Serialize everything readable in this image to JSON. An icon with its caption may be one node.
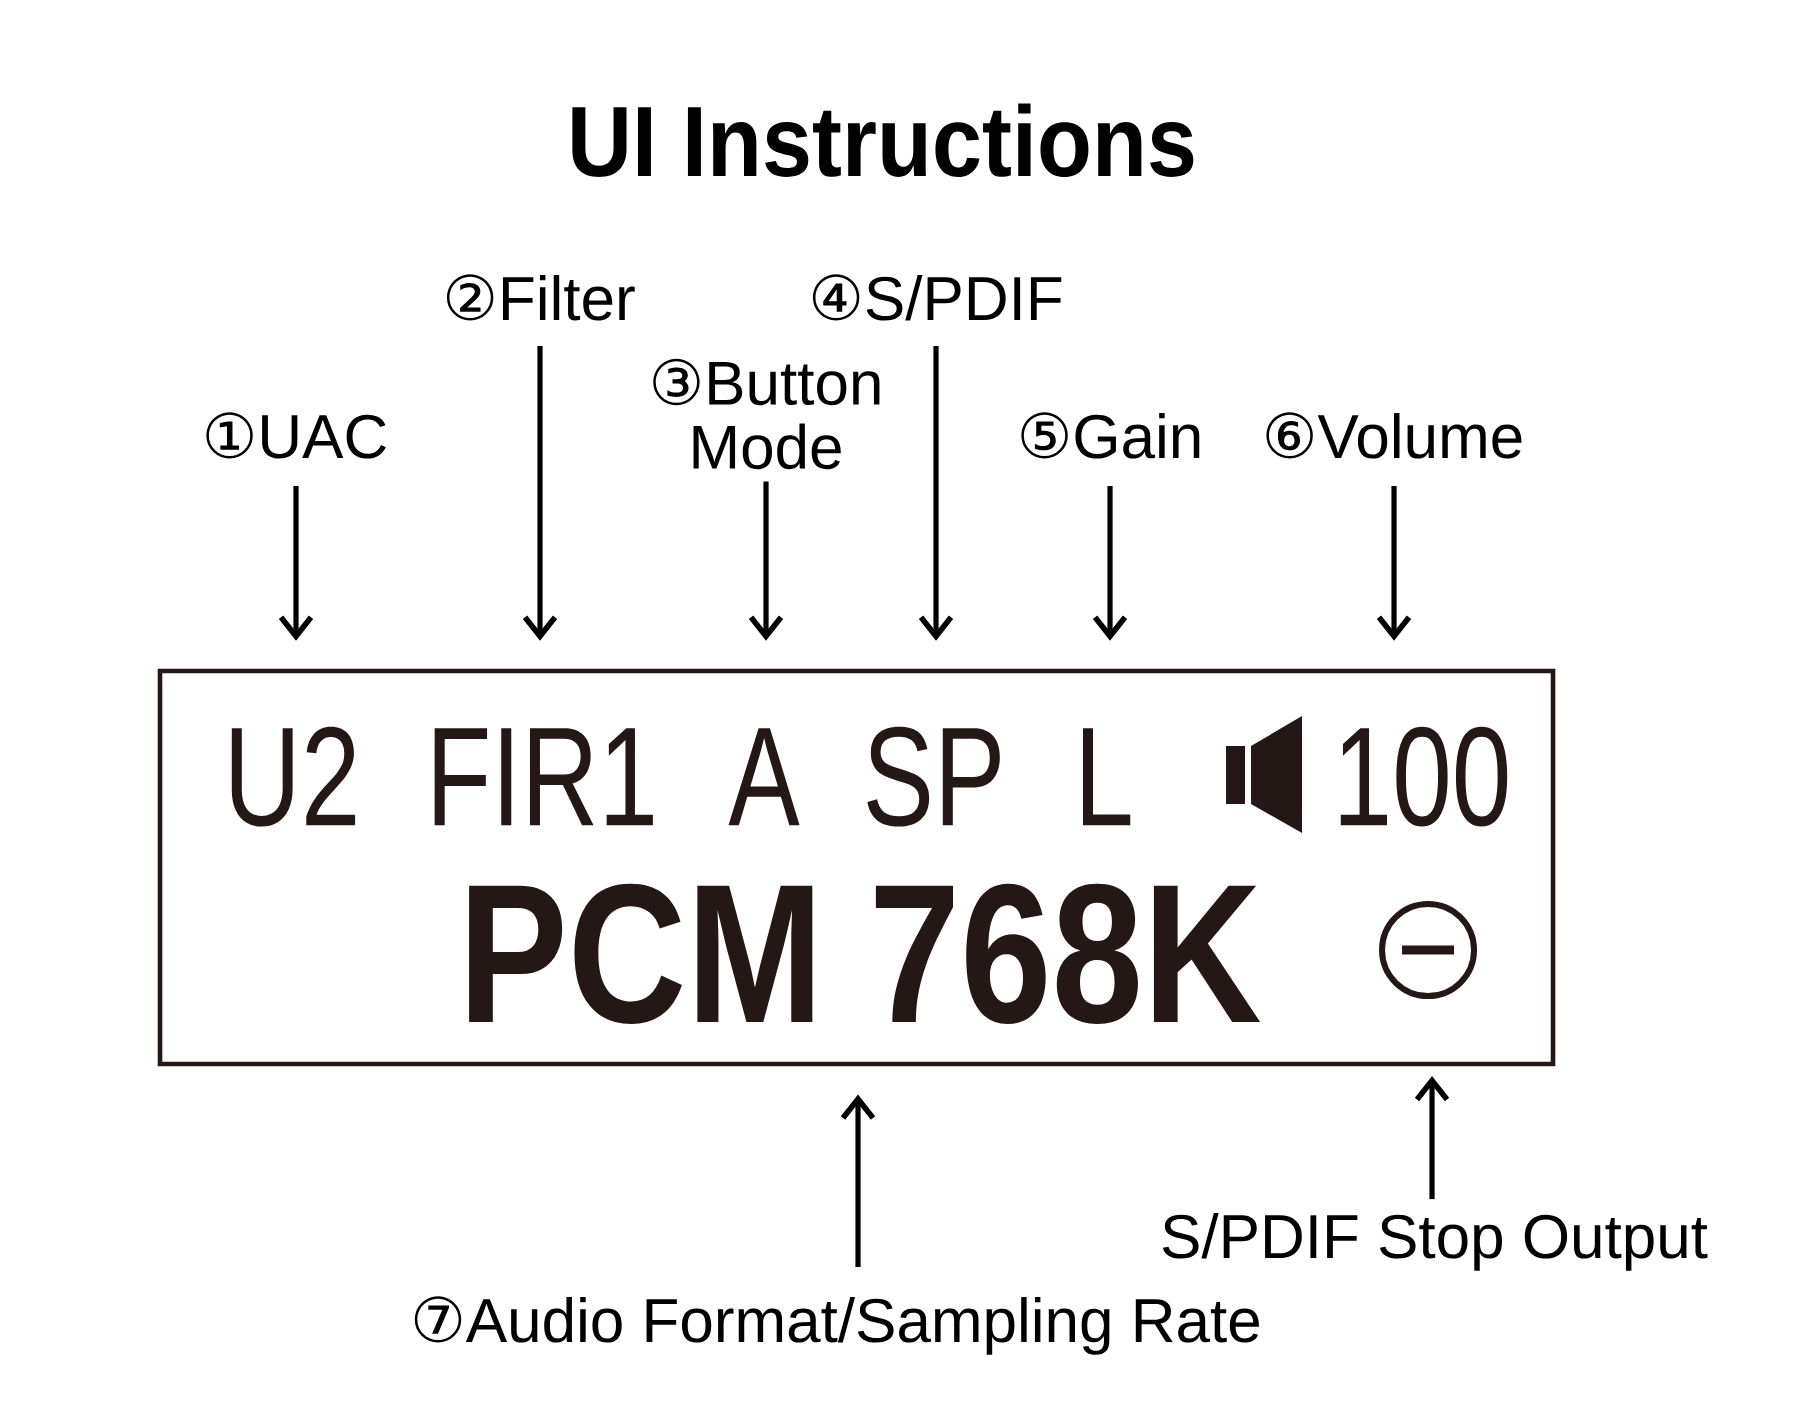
{
  "diagram": {
    "title": "UI Instructions",
    "nodes": [
      {
        "text": [
          "①UAC"
        ]
      },
      {
        "text": [
          "②Filter"
        ]
      },
      {
        "text": [
          "③Button Mode"
        ]
      },
      {
        "text": [
          "④S/PDIF"
        ]
      },
      {
        "text": [
          "⑤Gain"
        ]
      },
      {
        "text": [
          "⑥Volume"
        ]
      },
      {
        "text": [],
        "shape": "box"
      },
      {
        "text": [
          "U2"
        ],
        "in": 6
      },
      {
        "text": [
          "FIR1"
        ],
        "in": 6
      },
      {
        "text": [
          "A"
        ],
        "in": 6
      },
      {
        "text": [
          "SP"
        ],
        "in": 6
      },
      {
        "text": [
          "L"
        ],
        "in": 6
      },
      {
        "text": [
          "100"
        ],
        "in": 6
      },
      {
        "text": [
          "PCM 768K"
        ],
        "in": 6
      },
      {
        "text": [],
        "shape": "circle",
        "in": 6
      },
      {
        "text": [
          "S/PDIF Stop Output"
        ]
      },
      {
        "text": [
          "⑦Audio Format/Sampling Rate"
        ]
      }
    ],
    "edges": [
      {
        "from": 0,
        "to": 7,
        "arrow": "to"
      },
      {
        "from": 1,
        "to": 8,
        "arrow": "to"
      },
      {
        "from": 2,
        "to": 9,
        "arrow": "to"
      },
      {
        "from": 3,
        "to": 10,
        "arrow": "to"
      },
      {
        "from": 4,
        "to": 11,
        "arrow": "to"
      },
      {
        "from": 5,
        "to": 12,
        "arrow": "to"
      },
      {
        "from": 16,
        "to": 13,
        "arrow": "to"
      },
      {
        "from": 15,
        "to": 14,
        "arrow": "to"
      }
    ]
  }
}
